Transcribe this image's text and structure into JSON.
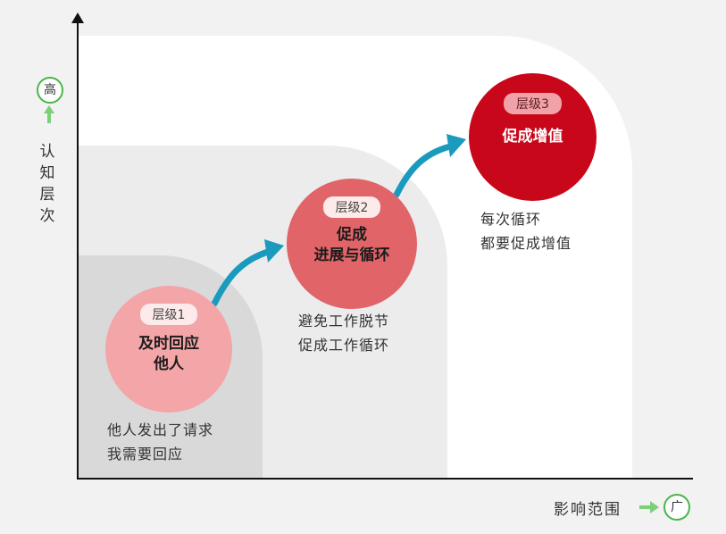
{
  "y_axis": {
    "label": "认\n知\n层\n次",
    "marker": "高"
  },
  "x_axis": {
    "label": "影响范围",
    "marker": "广"
  },
  "levels": [
    {
      "badge": "层级1",
      "title": "及时回应\n他人",
      "desc": [
        "他人发出了请求",
        "我需要回应"
      ],
      "color": "#f3a5a8"
    },
    {
      "badge": "层级2",
      "title": "促成\n进展与循环",
      "desc": [
        "避免工作脱节",
        "促成工作循环"
      ],
      "color": "#e06468"
    },
    {
      "badge": "层级3",
      "title": "促成增值",
      "desc": [
        "每次循环",
        "都要促成增值"
      ],
      "color": "#c8081a"
    }
  ],
  "colors": {
    "arrow": "#1a9bbd",
    "marker_ring": "#49b649",
    "marker_arrow": "#7ccf78"
  }
}
